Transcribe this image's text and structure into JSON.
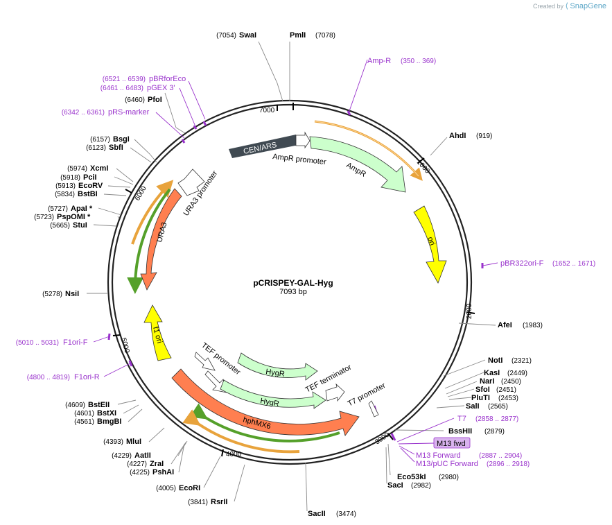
{
  "brand": {
    "created_by": "Created by",
    "app": "SnapGene"
  },
  "plasmid": {
    "name": "pCRISPEY-GAL-Hyg",
    "length": "7093 bp"
  },
  "ticks": [
    "1000",
    "2000",
    "3000",
    "4000",
    "5000",
    "6000",
    "7000"
  ],
  "enzymes": {
    "swai": {
      "name": "SwaI",
      "pos": "(7054)"
    },
    "pmli": {
      "name": "PmlI",
      "pos": "(7078)"
    },
    "pfoi": {
      "name": "PfoI",
      "pos": "(6460)"
    },
    "bsgi": {
      "name": "BsgI",
      "pos": "(6157)"
    },
    "sbfi": {
      "name": "SbfI",
      "pos": "(6123)"
    },
    "xcmi": {
      "name": "XcmI",
      "pos": "(5974)"
    },
    "pcii": {
      "name": "PciI",
      "pos": "(5918)"
    },
    "ecorv": {
      "name": "EcoRV",
      "pos": "(5913)"
    },
    "bstbi": {
      "name": "BstBI",
      "pos": "(5834)"
    },
    "apai": {
      "name": "ApaI *",
      "pos": "(5727)"
    },
    "pspomi": {
      "name": "PspOMI *",
      "pos": "(5723)"
    },
    "stui": {
      "name": "StuI",
      "pos": "(5665)"
    },
    "nsii": {
      "name": "NsiI",
      "pos": "(5278)"
    },
    "bsteii": {
      "name": "BstEII",
      "pos": "(4609)"
    },
    "bstxi": {
      "name": "BstXI",
      "pos": "(4601)"
    },
    "bmgbi": {
      "name": "BmgBI",
      "pos": "(4561)"
    },
    "mlui": {
      "name": "MluI",
      "pos": "(4393)"
    },
    "aatii": {
      "name": "AatII",
      "pos": "(4229)"
    },
    "zrai": {
      "name": "ZraI",
      "pos": "(4227)"
    },
    "pshai": {
      "name": "PshAI",
      "pos": "(4225)"
    },
    "ecori": {
      "name": "EcoRI",
      "pos": "(4005)"
    },
    "rsrii": {
      "name": "RsrII",
      "pos": "(3841)"
    },
    "sacii": {
      "name": "SacII",
      "pos": "(3474)"
    },
    "ahdi": {
      "name": "AhdI",
      "pos": "(919)"
    },
    "afei": {
      "name": "AfeI",
      "pos": "(1983)"
    },
    "noti": {
      "name": "NotI",
      "pos": "(2321)"
    },
    "kasi": {
      "name": "KasI",
      "pos": "(2449)"
    },
    "nari": {
      "name": "NarI",
      "pos": "(2450)"
    },
    "sfoi": {
      "name": "SfoI",
      "pos": "(2451)"
    },
    "pluti": {
      "name": "PluTI",
      "pos": "(2453)"
    },
    "sali": {
      "name": "SalI",
      "pos": "(2565)"
    },
    "bsshii": {
      "name": "BssHII",
      "pos": "(2879)"
    },
    "eco53ki": {
      "name": "Eco53kI",
      "pos": "(2980)"
    },
    "saci": {
      "name": "SacI",
      "pos": "(2982)"
    }
  },
  "primers": {
    "pbrforeco": {
      "name": "pBRforEco",
      "pos": "(6521 .. 6539)"
    },
    "pgex3": {
      "name": "pGEX 3'",
      "pos": "(6461 .. 6483)"
    },
    "prs": {
      "name": "pRS-marker",
      "pos": "(6342 .. 6361)"
    },
    "ampr": {
      "name": "Amp-R",
      "pos": "(350 .. 369)"
    },
    "pbr322ori": {
      "name": "pBR322ori-F",
      "pos": "(1652 .. 1671)"
    },
    "f1orif": {
      "name": "F1ori-F",
      "pos": "(5010 .. 5031)"
    },
    "f1orir": {
      "name": "F1ori-R",
      "pos": "(4800 .. 4819)"
    },
    "t7": {
      "name": "T7",
      "pos": "(2858 .. 2877)"
    },
    "m13fwd": {
      "name": "M13 fwd"
    },
    "m13forward": {
      "name": "M13 Forward",
      "pos": "(2887 .. 2904)"
    },
    "m13puc": {
      "name": "M13/pUC Forward",
      "pos": "(2896 .. 2918)"
    }
  },
  "features": {
    "cenars": "CEN/ARS",
    "ampr_promoter": "AmpR promoter",
    "ampr": "AmpR",
    "ori": "ori",
    "ura3_promoter": "URA3 promoter",
    "ura3": "URA3",
    "f1ori": "f1 ori",
    "tef_promoter": "TEF promoter",
    "hygr1": "HygR",
    "hygr2": "HygR",
    "tef_terminator": "TEF terminator",
    "t7_promoter": "T7 promoter",
    "hphmx6": "hphMX6"
  },
  "colors": {
    "backbone": "#222222",
    "primer": "#9932cc",
    "ampr_fill": "#ccffcc",
    "ori_fill": "#ffff00",
    "cen_fill": "#404a52",
    "hph_fill": "#ff7f50",
    "orange_orf": "#e8a33c",
    "green_orf": "#55a02a"
  }
}
